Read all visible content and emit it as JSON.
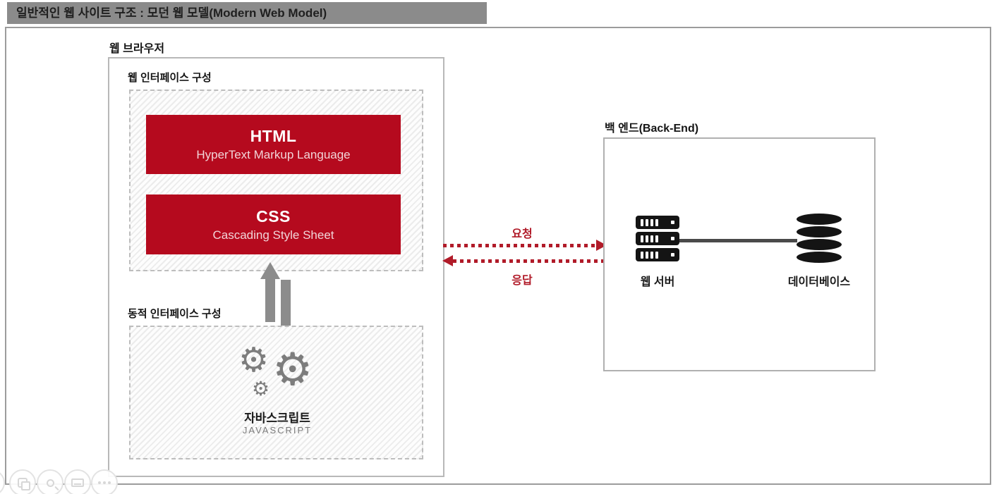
{
  "title": "일반적인 웹 사이트 구조 : 모던 웹 모델(Modern Web Model)",
  "browser": {
    "label": "웹 브라우저",
    "web_interface": {
      "label": "웹 인터페이스 구성",
      "html": {
        "title": "HTML",
        "subtitle": "HyperText Markup Language"
      },
      "css": {
        "title": "CSS",
        "subtitle": "Cascading Style Sheet"
      }
    },
    "dynamic_interface": {
      "label": "동적 인터페이스 구성",
      "javascript": {
        "title": "자바스크립트",
        "subtitle": "JAVASCRIPT"
      }
    }
  },
  "connection": {
    "request_label": "요청",
    "response_label": "응답"
  },
  "backend": {
    "label": "백 엔드(Back-End)",
    "web_server_label": "웹 서버",
    "database_label": "데이터베이스"
  },
  "icons": {
    "gear_glyph": "⚙",
    "player_controls": [
      "slides-icon",
      "search-icon",
      "keyboard-icon",
      "more-icon"
    ]
  },
  "colors": {
    "accent_red": "#b50a1e",
    "arrow_red": "#b11b29",
    "badge_gray": "#8b8b8b",
    "icon_black": "#141414",
    "arrow_gray": "#8c8c8c",
    "gear_gray": "#7d7d7d",
    "line_gray": "#4a4a4a"
  }
}
